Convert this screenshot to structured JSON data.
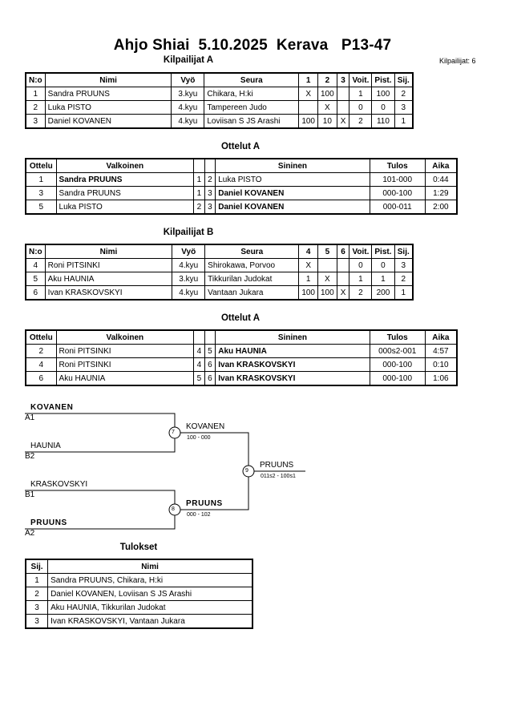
{
  "title": "Ahjo Shiai  5.10.2025  Kerava   P13-47",
  "competitor_count": "Kilpailijat: 6",
  "pool_a": {
    "heading": "Kilpailijat A",
    "headers": [
      "N:o",
      "Nimi",
      "Vyö",
      "Seura",
      "1",
      "2",
      "3",
      "Voit.",
      "Pist.",
      "Sij."
    ],
    "rows": [
      [
        "1",
        "Sandra PRUUNS",
        "3.kyu",
        "Chikara, H:ki",
        "X",
        "100",
        "",
        "1",
        "100",
        "2"
      ],
      [
        "2",
        "Luka PISTO",
        "4.kyu",
        "Tampereen Judo",
        "",
        "X",
        "",
        "0",
        "0",
        "3"
      ],
      [
        "3",
        "Daniel KOVANEN",
        "4.kyu",
        "Loviisan S JS Arashi",
        "100",
        "10",
        "X",
        "2",
        "110",
        "1"
      ]
    ]
  },
  "matches_a": {
    "heading": "Ottelut A",
    "headers": [
      "Ottelu",
      "Valkoinen",
      "",
      "",
      "Sininen",
      "Tulos",
      "Aika"
    ],
    "rows": [
      {
        "no": "1",
        "white": "Sandra PRUUNS",
        "wn": "1",
        "bn": "2",
        "blue": "Luka PISTO",
        "result": "101-000",
        "time": "0:44",
        "winner": "white"
      },
      {
        "no": "3",
        "white": "Sandra PRUUNS",
        "wn": "1",
        "bn": "3",
        "blue": "Daniel KOVANEN",
        "result": "000-100",
        "time": "1:29",
        "winner": "blue"
      },
      {
        "no": "5",
        "white": "Luka PISTO",
        "wn": "2",
        "bn": "3",
        "blue": "Daniel KOVANEN",
        "result": "000-011",
        "time": "2:00",
        "winner": "blue"
      }
    ]
  },
  "pool_b": {
    "heading": "Kilpailijat B",
    "headers": [
      "N:o",
      "Nimi",
      "Vyö",
      "Seura",
      "4",
      "5",
      "6",
      "Voit.",
      "Pist.",
      "Sij."
    ],
    "rows": [
      [
        "4",
        "Roni PITSINKI",
        "4.kyu",
        "Shirokawa, Porvoo",
        "X",
        "",
        "",
        "0",
        "0",
        "3"
      ],
      [
        "5",
        "Aku HAUNIA",
        "3.kyu",
        "Tikkurilan Judokat",
        "1",
        "X",
        "",
        "1",
        "1",
        "2"
      ],
      [
        "6",
        "Ivan KRASKOVSKYI",
        "4.kyu",
        "Vantaan Jukara",
        "100",
        "100",
        "X",
        "2",
        "200",
        "1"
      ]
    ]
  },
  "matches_b": {
    "heading": "Ottelut A",
    "headers": [
      "Ottelu",
      "Valkoinen",
      "",
      "",
      "Sininen",
      "Tulos",
      "Aika"
    ],
    "rows": [
      {
        "no": "2",
        "white": "Roni PITSINKI",
        "wn": "4",
        "bn": "5",
        "blue": "Aku HAUNIA",
        "result": "000s2-001",
        "time": "4:57",
        "winner": "blue"
      },
      {
        "no": "4",
        "white": "Roni PITSINKI",
        "wn": "4",
        "bn": "6",
        "blue": "Ivan KRASKOVSKYI",
        "result": "000-100",
        "time": "0:10",
        "winner": "blue"
      },
      {
        "no": "6",
        "white": "Aku HAUNIA",
        "wn": "5",
        "bn": "6",
        "blue": "Ivan KRASKOVSKYI",
        "result": "000-100",
        "time": "1:06",
        "winner": "blue"
      }
    ]
  },
  "bracket": {
    "slots": [
      {
        "name": "KOVANEN",
        "seed": "A1"
      },
      {
        "name": "HAUNIA",
        "seed": "B2"
      },
      {
        "name": "KRASKOVSKYI",
        "seed": "B1"
      },
      {
        "name": "PRUUNS",
        "seed": "A2"
      }
    ],
    "semi1": {
      "no": "7",
      "winner": "KOVANEN",
      "score": "100 - 000"
    },
    "semi2": {
      "no": "8",
      "winner": "PRUUNS",
      "score": "000 - 102"
    },
    "final": {
      "no": "9",
      "winner": "PRUUNS",
      "score": "011s2 - 100s1"
    }
  },
  "results": {
    "heading": "Tulokset",
    "headers": [
      "Sij.",
      "Nimi"
    ],
    "rows": [
      [
        "1",
        "Sandra PRUUNS, Chikara, H:ki"
      ],
      [
        "2",
        "Daniel KOVANEN, Loviisan S JS Arashi"
      ],
      [
        "3",
        "Aku HAUNIA, Tikkurilan Judokat"
      ],
      [
        "3",
        "Ivan KRASKOVSKYI, Vantaan Jukara"
      ]
    ]
  }
}
